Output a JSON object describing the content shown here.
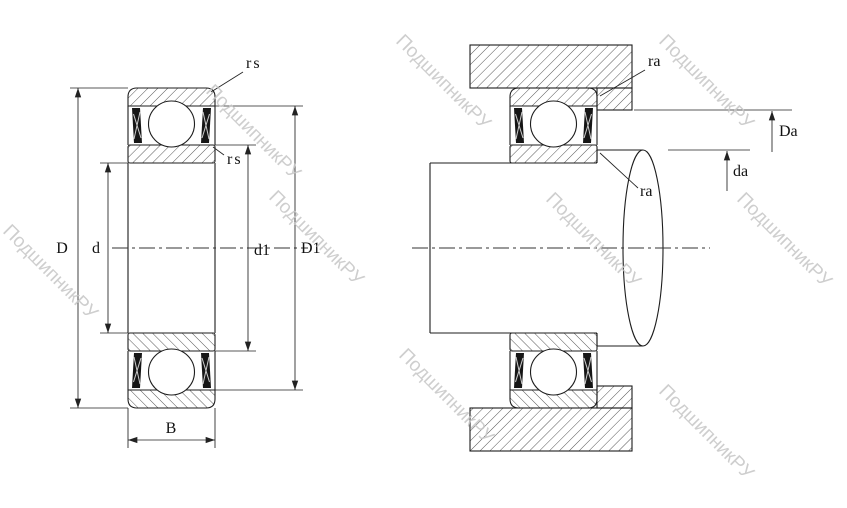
{
  "watermark": {
    "text": "ПодшипникРУ"
  },
  "left_view": {
    "dim_rs_top": "rs",
    "dim_rs_inner": "rs",
    "dim_D": "D",
    "dim_d": "d",
    "dim_d1": "d1",
    "dim_D1": "D1",
    "dim_B": "B"
  },
  "right_view": {
    "dim_ra_top": "ra",
    "dim_ra_inner": "ra",
    "dim_Da": "Da",
    "dim_da": "da"
  },
  "colors": {
    "line": "#1d1d1d",
    "hatch": "#444444",
    "watermark": "#c6c6c6"
  }
}
